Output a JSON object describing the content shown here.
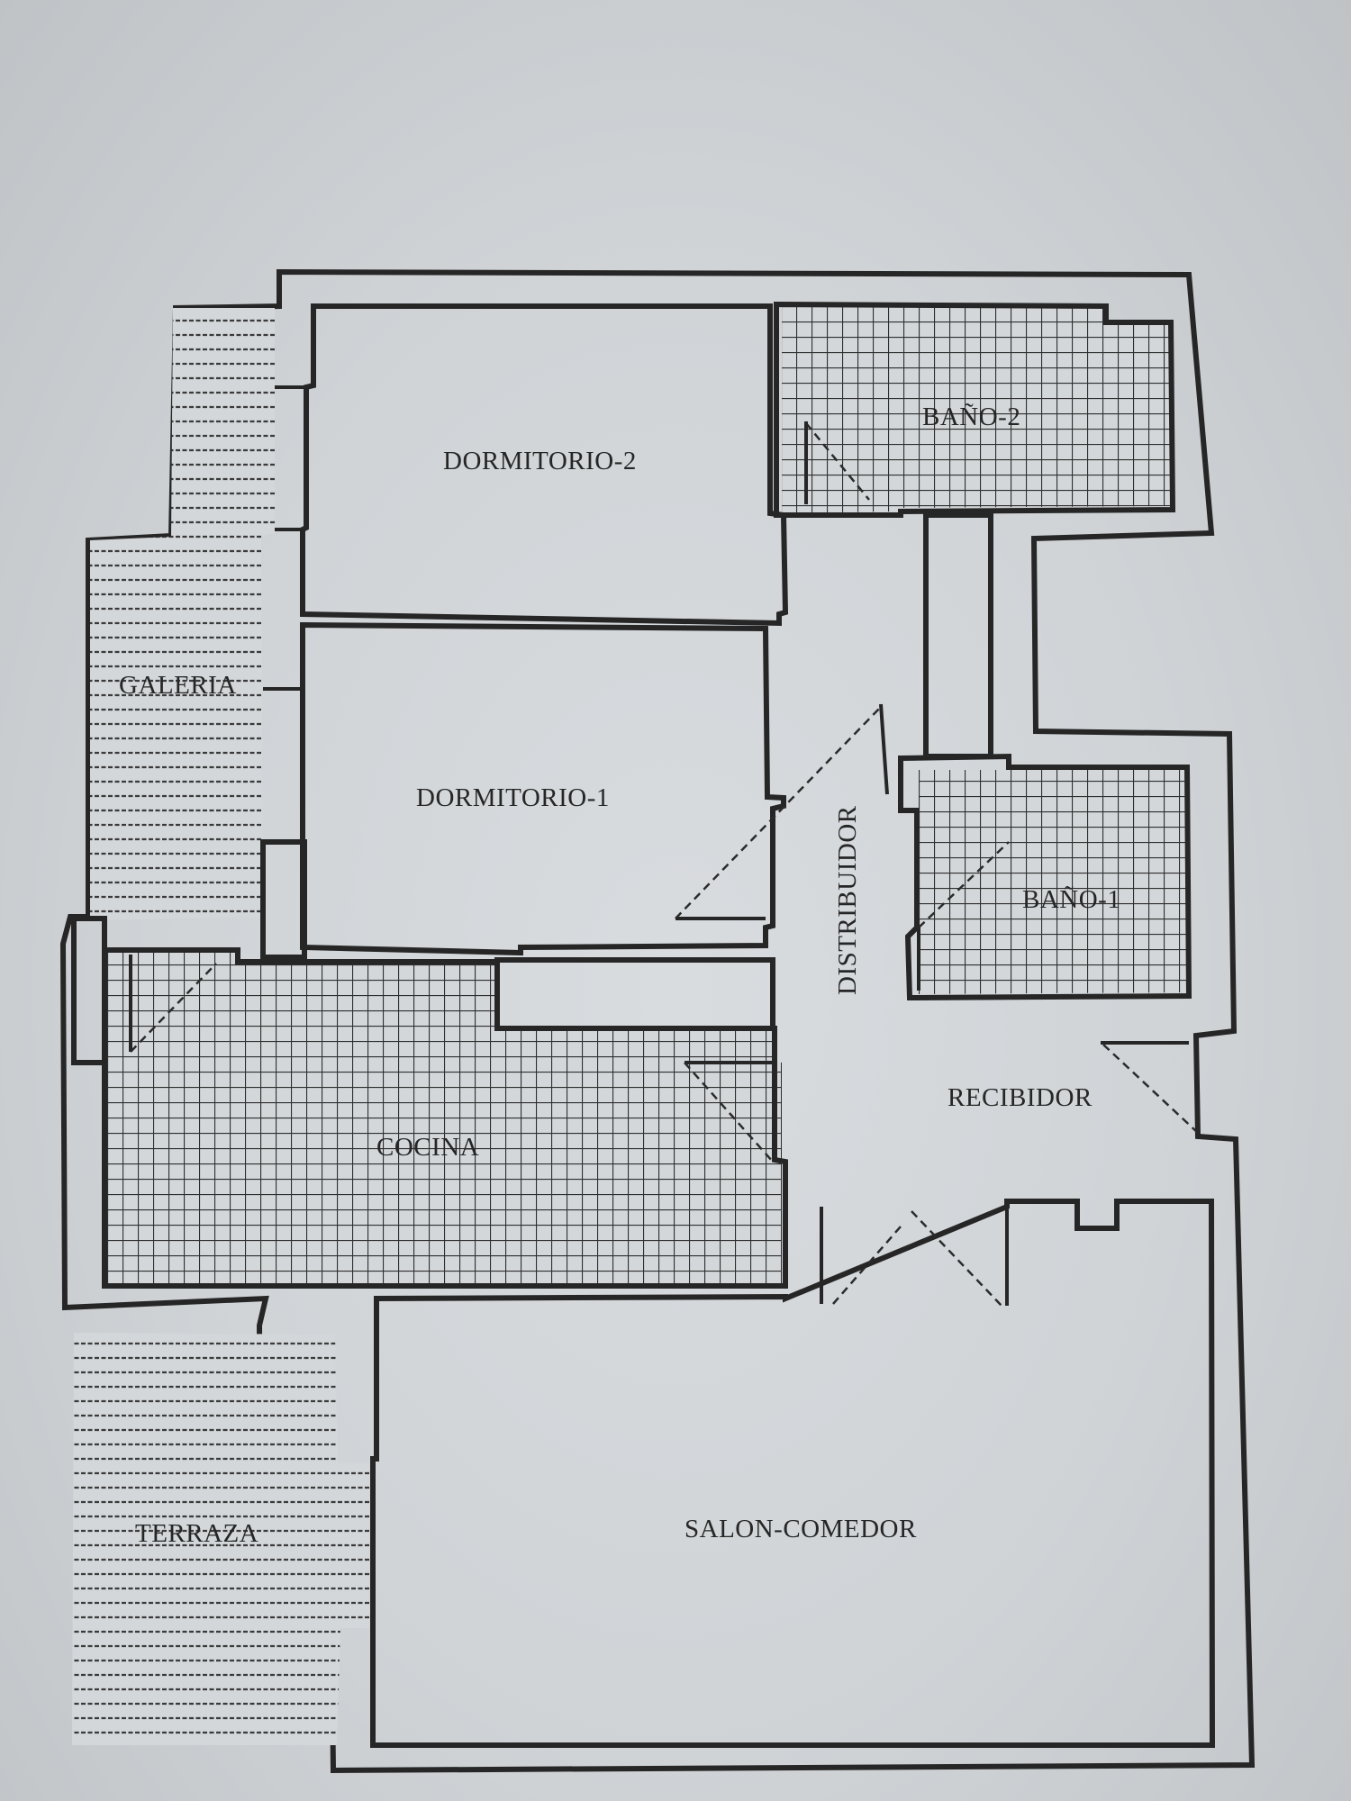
{
  "plan": {
    "rooms": [
      {
        "id": "dormitorio-2",
        "label": "DORMITORIO-2",
        "floor": "plain"
      },
      {
        "id": "bano-2",
        "label": "BAÑO-2",
        "floor": "tile"
      },
      {
        "id": "galeria",
        "label": "GALERIA",
        "floor": "boards"
      },
      {
        "id": "dormitorio-1",
        "label": "DORMITORIO-1",
        "floor": "plain"
      },
      {
        "id": "distribuidor",
        "label": "DISTRIBUIDOR",
        "floor": "plain"
      },
      {
        "id": "bano-1",
        "label": "BAÑO-1",
        "floor": "tile"
      },
      {
        "id": "recibidor",
        "label": "RECIBIDOR",
        "floor": "plain"
      },
      {
        "id": "cocina",
        "label": "COCINA",
        "floor": "tile"
      },
      {
        "id": "terraza",
        "label": "TERRAZA",
        "floor": "boards"
      },
      {
        "id": "salon-comedor",
        "label": "SALON-COMEDOR",
        "floor": "plain"
      }
    ],
    "colors": {
      "paper": "#d4d8db",
      "ink": "#262626",
      "tile_grid": "#2e2e2e",
      "boards": "#3a3a3a"
    }
  }
}
